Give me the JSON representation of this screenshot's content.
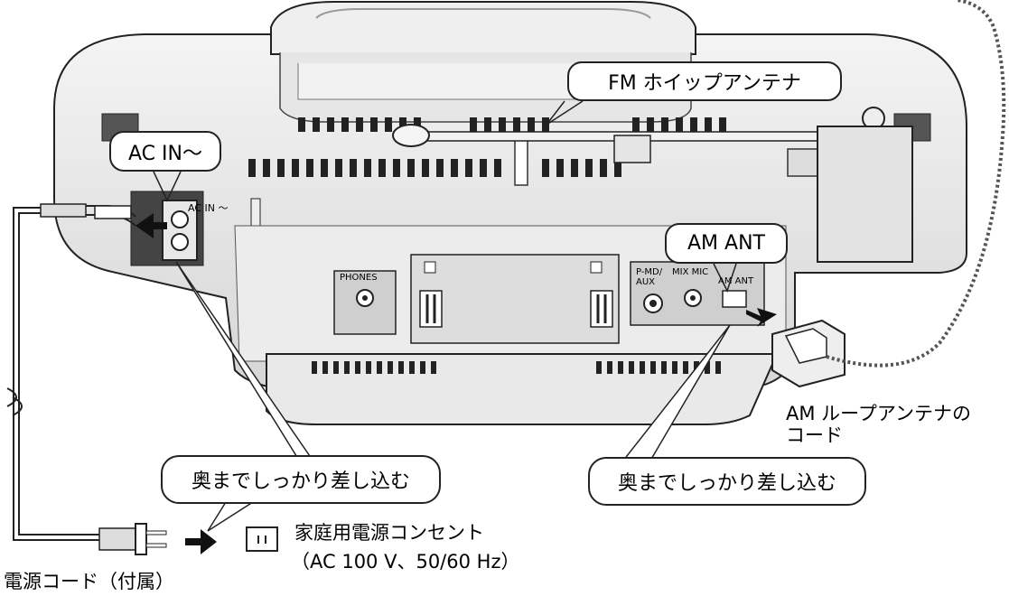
{
  "labels": {
    "fm_antenna": "FM ホイップアンテナ",
    "ac_in_callout": "AC IN～",
    "ac_in_panel": "AC IN ～",
    "am_ant_callout": "AM ANT",
    "am_ant_panel": "AM ANT",
    "phones": "PHONES",
    "pmd_aux_line1": "P-MD/",
    "pmd_aux_line2": "AUX",
    "mix_mic": "MIX MIC",
    "am_loop_cord_line1": "AM ループアンテナの",
    "am_loop_cord_line2": "コード",
    "insert_fully_left": "奥までしっかり差し込む",
    "insert_fully_right": "奥までしっかり差し込む",
    "outlet_line1": "家庭用電源コンセント",
    "outlet_line2": "（AC 100 V、50/60 Hz）",
    "power_cord": "電源コード（付属）"
  }
}
